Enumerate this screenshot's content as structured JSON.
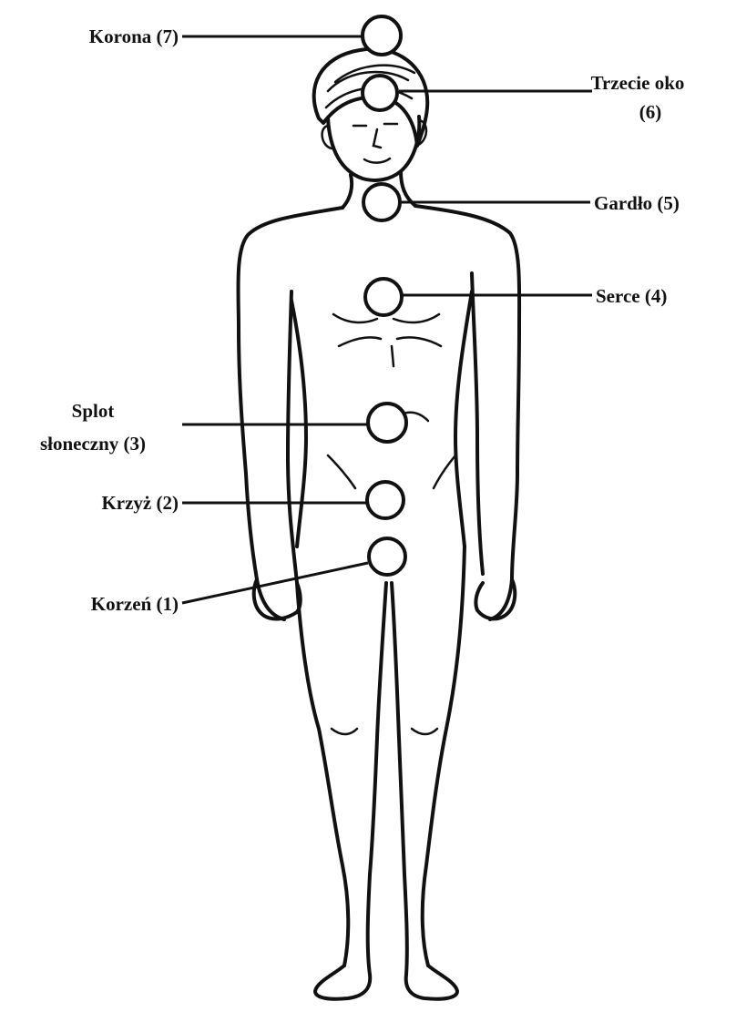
{
  "chakras": [
    {
      "id": "korona",
      "label": "Korona (7)"
    },
    {
      "id": "trzecie-oko",
      "label_line1": "Trzecie oko",
      "label_line2": "(6)"
    },
    {
      "id": "gardlo",
      "label": "Gardło (5)"
    },
    {
      "id": "serce",
      "label": "Serce (4)"
    },
    {
      "id": "splot",
      "label_line1": "Splot",
      "label_line2": "słoneczny (3)"
    },
    {
      "id": "krzyz",
      "label": "Krzyż (2)"
    },
    {
      "id": "korzen",
      "label": "Korzeń (1)"
    }
  ]
}
